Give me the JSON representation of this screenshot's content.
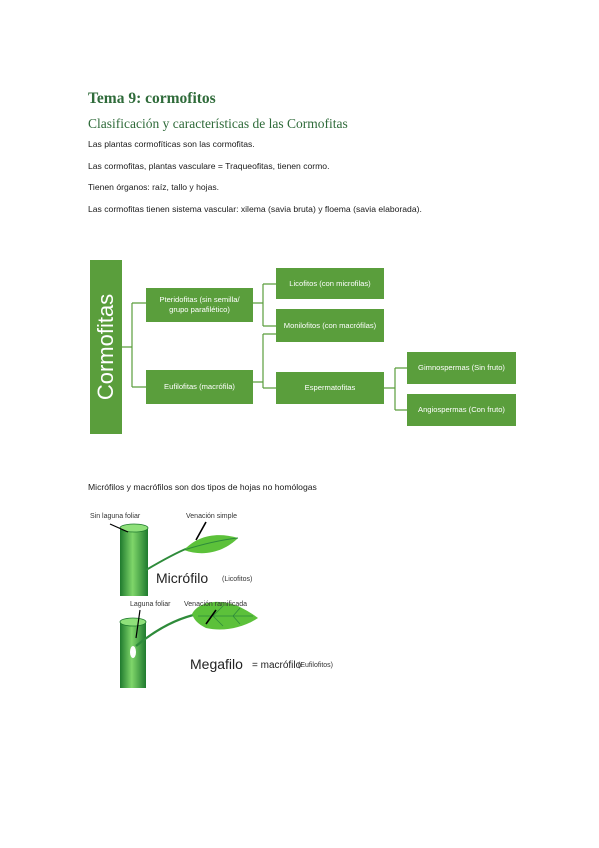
{
  "heading": "Tema 9: cormofitos",
  "subheading": "Clasificación y características de las Cormofitas",
  "paragraphs": [
    "Las plantas cormofíticas son las cormofitas.",
    "Las cormofitas, plantas vasculare = Traqueofitas, tienen cormo.",
    "Tienen órganos: raíz, tallo y hojas.",
    "Las cormofitas tienen sistema vascular: xilema (savia bruta) y floema (savia elaborada)."
  ],
  "diagram": {
    "root": "Cormofitas",
    "pteridofitas": "Pteridofitas (sin semilla/ grupo parafilético)",
    "eufilofitas": "Eufilofitas (macrófila)",
    "licofitos": "Licofitos (con microfilas)",
    "monilofitos": "Monilofitos (con macrófilas)",
    "espermatofitas": "Espermatofitas",
    "gimnospermas": "Gimnospermas (Sin fruto)",
    "angiospermas": "Angiospermas (Con fruto)"
  },
  "leaves_caption": "Micrófilos y macrófilos son dos tipos de hojas no homólogas",
  "illustration": {
    "sin_laguna": "Sin laguna foliar",
    "venacion_simple": "Venación simple",
    "microfilo": "Micrófilo",
    "licofitos": "(Licofitos)",
    "laguna_foliar": "Laguna foliar",
    "venacion_ramificada": "Venación ramificada",
    "megafilo": "Megafilo",
    "equals_macrofilo": "= macrófilo",
    "eufilofitos": "(Eufilofitos)"
  },
  "colors": {
    "accent": "#2f6b3a",
    "box": "#5a9e3c",
    "leaf": "#5cc13a",
    "stem": "#2e8b3a"
  }
}
